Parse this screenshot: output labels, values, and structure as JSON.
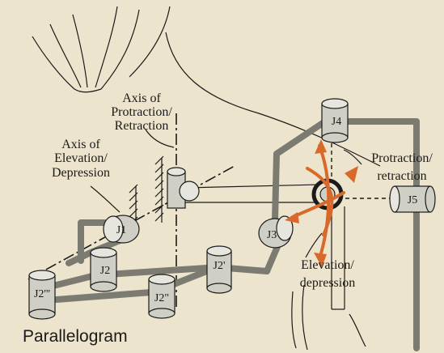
{
  "labels": {
    "axis_protraction": [
      "Axis of",
      "Protraction/",
      "Retraction"
    ],
    "axis_elevation": [
      "Axis of",
      "Elevation/",
      "Depression"
    ],
    "protraction_retraction": [
      "Protraction/",
      "retraction"
    ],
    "elevation_depression": [
      "Elevation/",
      "depression"
    ],
    "parallelogram": "Parallelogram"
  },
  "joints": {
    "j1": "J1",
    "j2": "J2",
    "j2_prime": "J2'",
    "j2_double": "J2\"",
    "j2_triple": "J2'''",
    "j3": "J3",
    "j4": "J4",
    "j5": "J5"
  },
  "colors": {
    "background": "#ede4cd",
    "rod": "#7b7b72",
    "arrow": "#d9692a",
    "cylinder": "#cfcfc6"
  }
}
